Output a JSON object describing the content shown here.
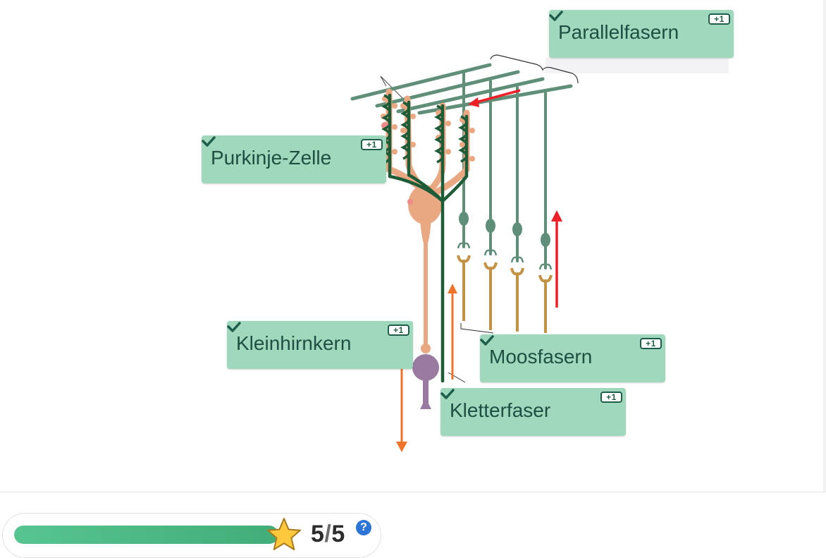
{
  "labels": [
    {
      "id": "parallelfasern",
      "text": "Parallelfasern",
      "points": "+1"
    },
    {
      "id": "purkinje",
      "text": "Purkinje-Zelle",
      "points": "+1"
    },
    {
      "id": "kleinhirnkern",
      "text": "Kleinhirnkern",
      "points": "+1"
    },
    {
      "id": "moosfasern",
      "text": "Moosfasern",
      "points": "+1"
    },
    {
      "id": "kletterfaser",
      "text": "Kletterfaser",
      "points": "+1"
    }
  ],
  "score": {
    "current": "5",
    "separator": "/",
    "total": "5",
    "progress_fraction": 1.0,
    "help_glyph": "?"
  },
  "icons": {
    "check": "check-icon",
    "star": "star-icon",
    "help": "help-icon"
  },
  "colors": {
    "card": "#9fd8bd",
    "card_text": "#1f4f43",
    "fiber_green": "#5f8f78",
    "dark_green": "#1e5c38",
    "purkinje": "#e9a882",
    "mossy": "#c39245",
    "nucleus": "#9a7aa0",
    "arrow_red": "#ee2027",
    "arrow_orange": "#f0732a"
  }
}
